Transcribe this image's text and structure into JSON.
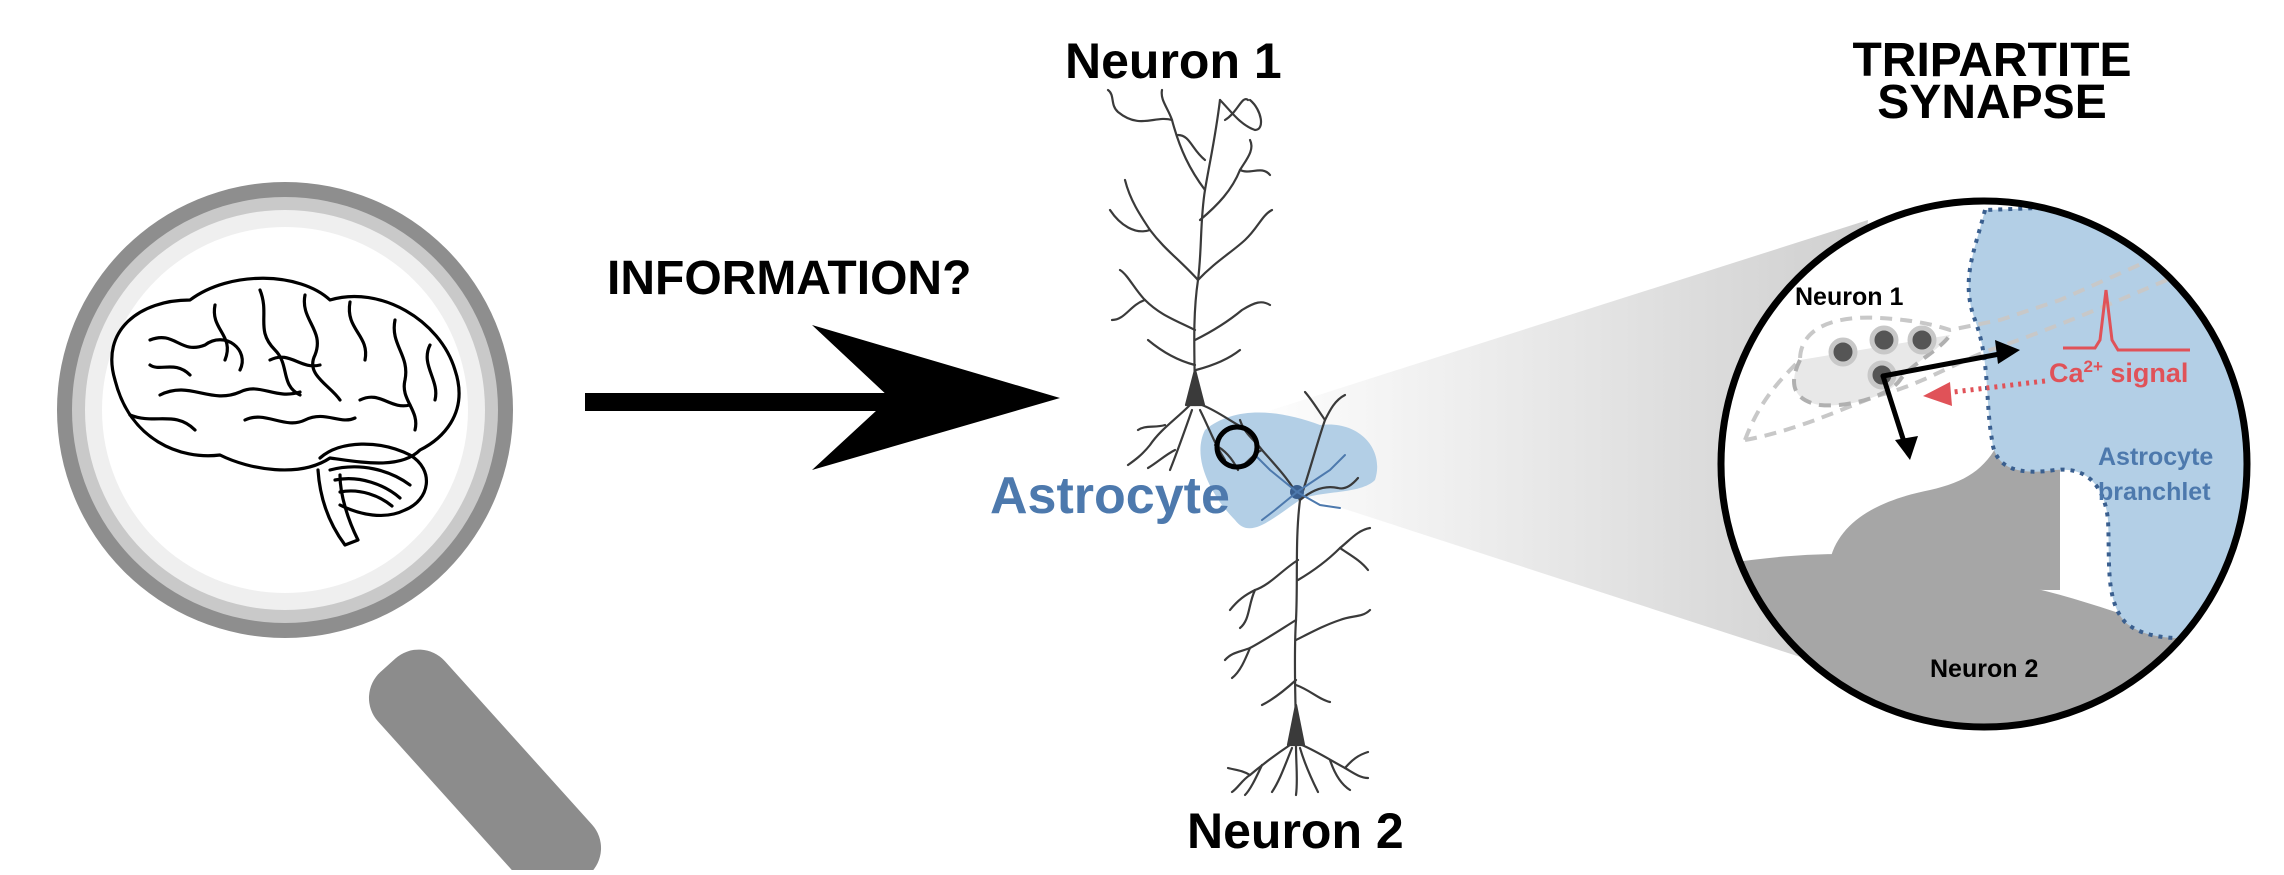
{
  "labels": {
    "neuron1": "Neuron 1",
    "neuron2": "Neuron 2",
    "information": "INFORMATION?",
    "astrocyte": "Astrocyte",
    "tripartite_line1": "TRIPARTITE",
    "tripartite_line2": "SYNAPSE",
    "inset_neuron1": "Neuron 1",
    "inset_neuron2": "Neuron 2",
    "ca_prefix": "Ca",
    "ca_superscript": "2+",
    "ca_suffix": " signal",
    "astrocyte_branchlet_line1": "Astrocyte",
    "astrocyte_branchlet_line2": "branchlet"
  },
  "colors": {
    "astrocyte_blue": "#4d79ad",
    "astrocyte_fill": "#b3cfe6",
    "calcium_red": "#e05258",
    "magnifier_gray": "#8c8c8c",
    "neuron_gray": "#a6a6a6"
  },
  "icons": [
    "magnifying-glass-icon",
    "brain-icon",
    "neuron-icon",
    "astrocyte-icon",
    "arrow-icon"
  ]
}
